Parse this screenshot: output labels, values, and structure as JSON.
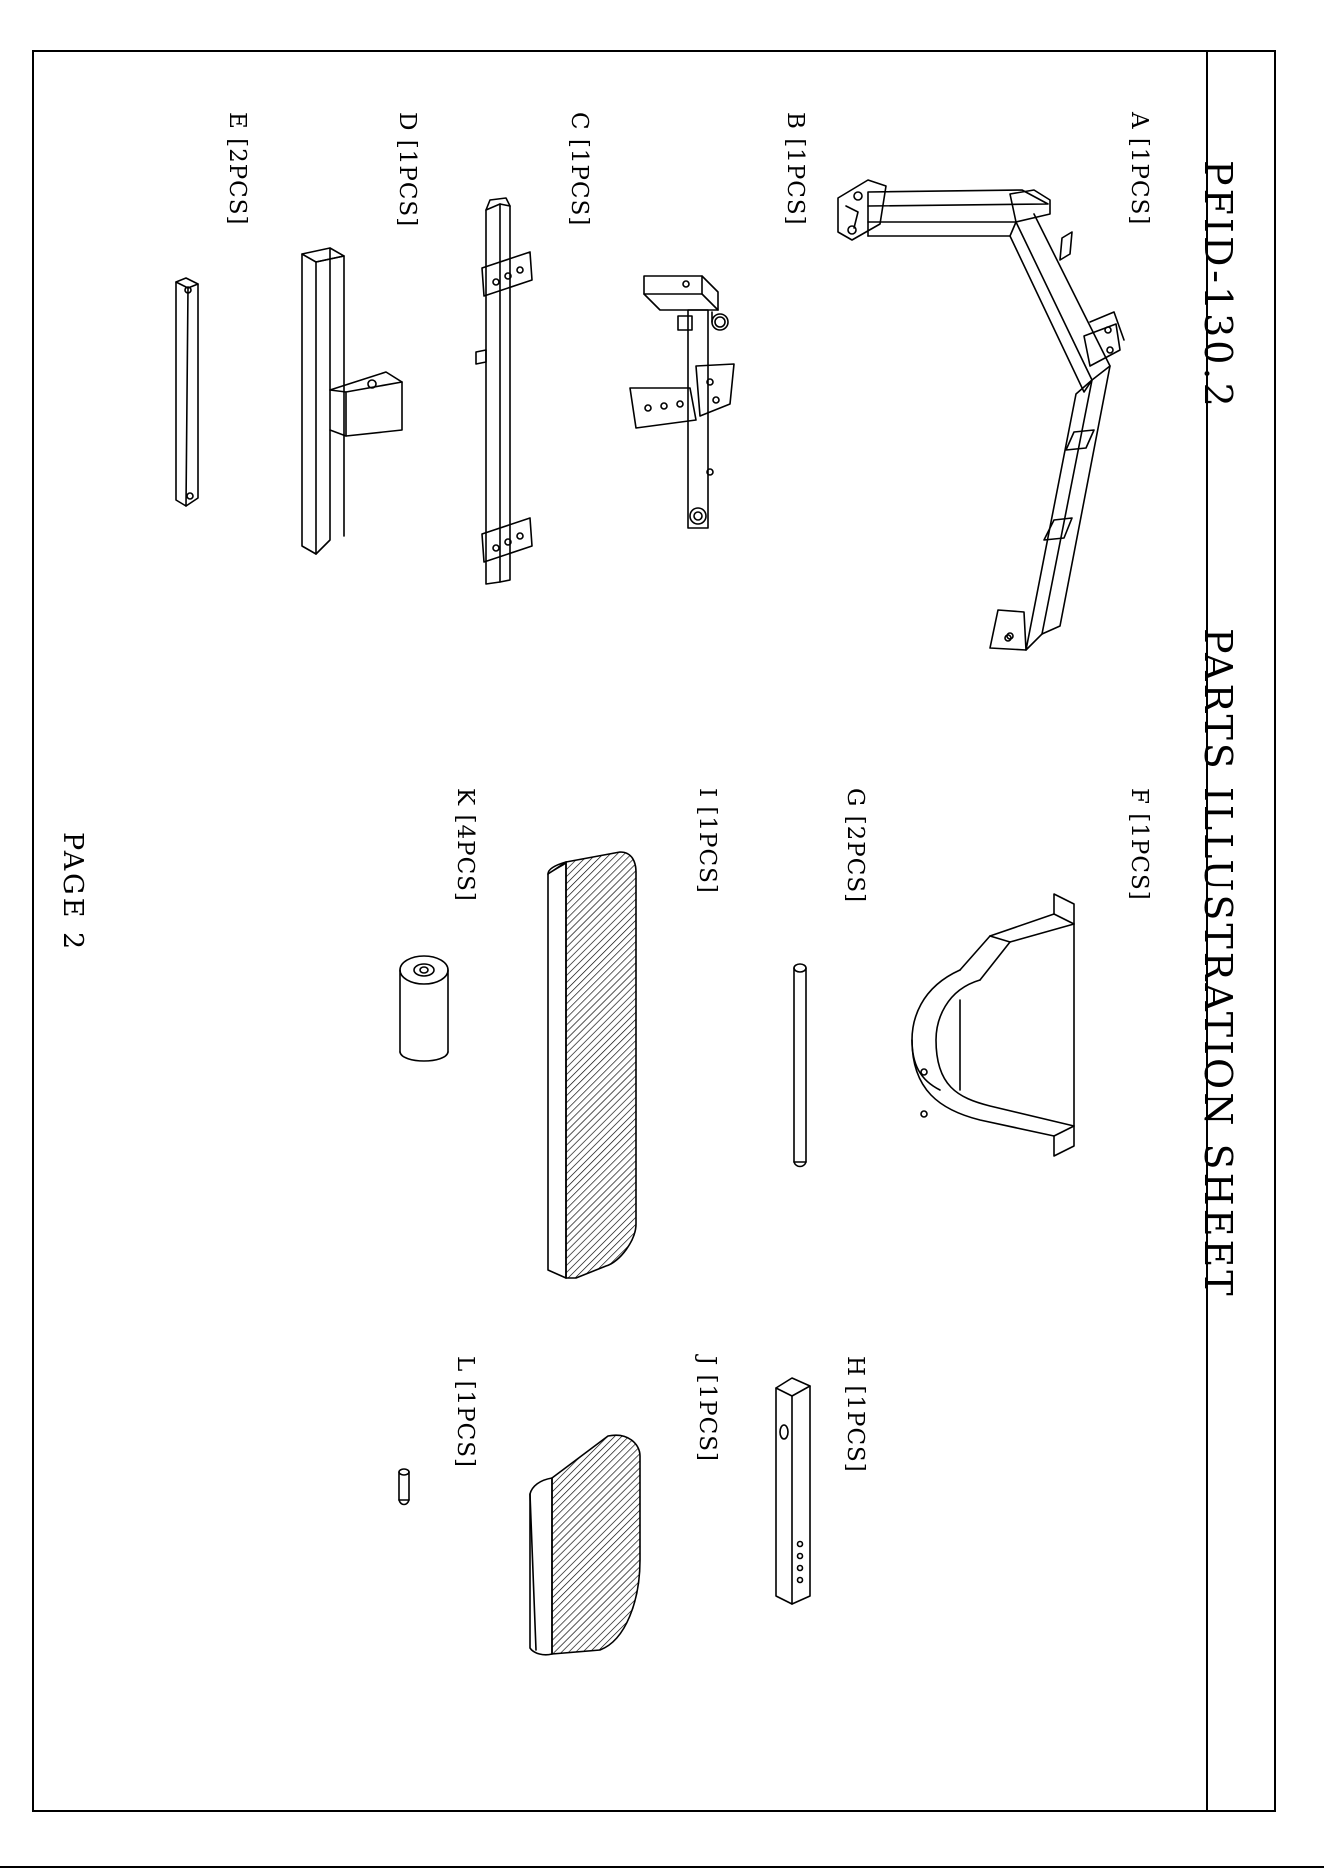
{
  "header": {
    "model": "PFID-130.2",
    "title": "PARTS ILLUSTRATION SHEET"
  },
  "parts": [
    {
      "letter": "A",
      "label": "A [1PCS]"
    },
    {
      "letter": "B",
      "label": "B [1PCS]"
    },
    {
      "letter": "C",
      "label": "C [1PCS]"
    },
    {
      "letter": "D",
      "label": "D [1PCS]"
    },
    {
      "letter": "E",
      "label": "E [2PCS]"
    },
    {
      "letter": "F",
      "label": "F [1PCS]"
    },
    {
      "letter": "G",
      "label": "G [2PCS]"
    },
    {
      "letter": "I",
      "label": "I [1PCS]"
    },
    {
      "letter": "K",
      "label": "K [4PCS]"
    },
    {
      "letter": "H",
      "label": "H [1PCS]"
    },
    {
      "letter": "J",
      "label": "J [1PCS]"
    },
    {
      "letter": "L",
      "label": "L [1PCS]"
    }
  ],
  "footer": {
    "page": "PAGE 2"
  }
}
